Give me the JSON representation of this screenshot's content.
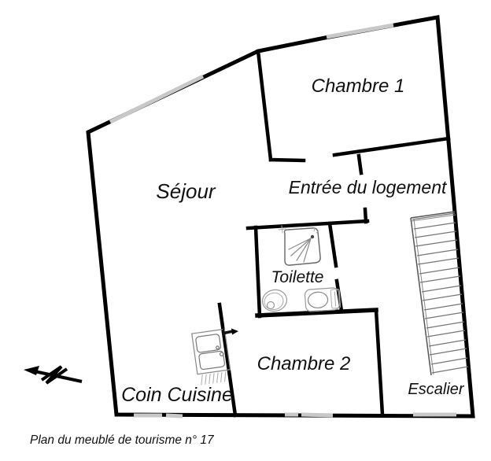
{
  "rooms": {
    "sejour": {
      "label": "Séjour"
    },
    "chambre1": {
      "label": "Chambre 1"
    },
    "entree": {
      "label": "Entrée du logement"
    },
    "toilette": {
      "label": "Toilette"
    },
    "chambre2": {
      "label": "Chambre 2"
    },
    "coin_cuisine": {
      "label": "Coin Cuisine"
    },
    "escalier": {
      "label": "Escalier"
    }
  },
  "caption": {
    "text": "Plan du meublé de tourisme n° 17"
  },
  "icons": {
    "north_arrow": "north-arrow",
    "shower": "shower",
    "toilet": "toilet",
    "washbasin": "washbasin",
    "kitchen_sink": "kitchen-double-sink",
    "staircase": "staircase"
  },
  "colors": {
    "wall": "#000000",
    "window": "#c8c8c8",
    "sketch": "#8a8a8a",
    "text": "#111111",
    "background": "#ffffff"
  }
}
